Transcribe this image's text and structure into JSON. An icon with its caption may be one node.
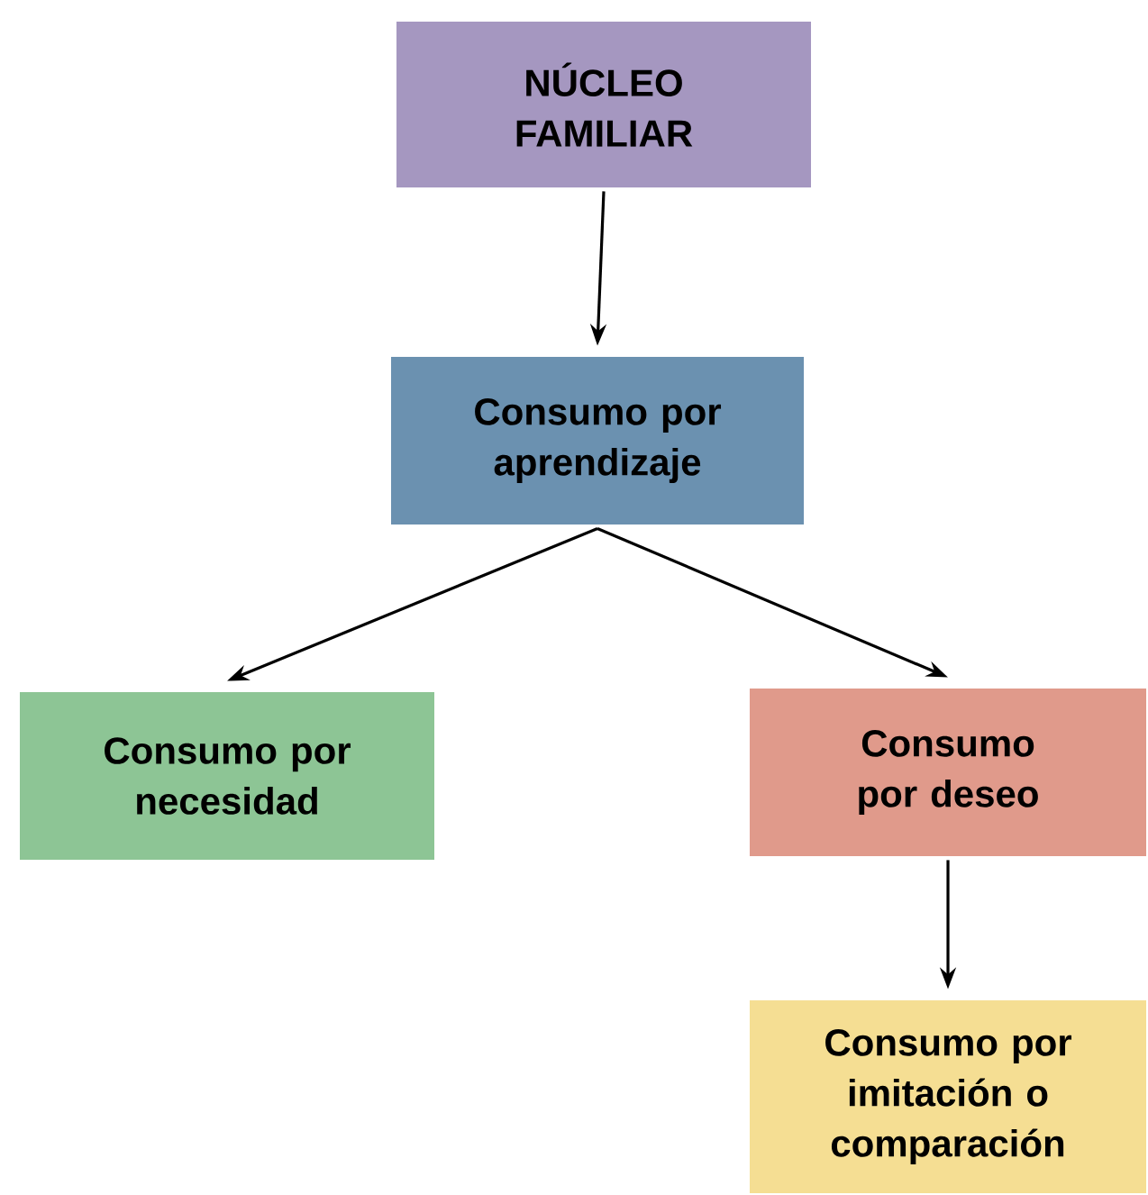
{
  "diagram": {
    "nodes": [
      {
        "text": [
          "NÚCLEO FAMILIAR"
        ]
      },
      {
        "text": [
          "Consumo por aprendizaje"
        ]
      },
      {
        "text": [
          "Consumo por necesidad"
        ]
      },
      {
        "text": [
          "Consumo por deseo"
        ]
      },
      {
        "text": [
          "Consumo por imitación o comparación"
        ]
      }
    ],
    "edges": [
      {
        "from": 0,
        "to": 1,
        "arrow": "to"
      },
      {
        "from": 1,
        "to": 2,
        "arrow": "to"
      },
      {
        "from": 1,
        "to": 3,
        "arrow": "to"
      },
      {
        "from": 3,
        "to": 4,
        "arrow": "to"
      }
    ]
  }
}
